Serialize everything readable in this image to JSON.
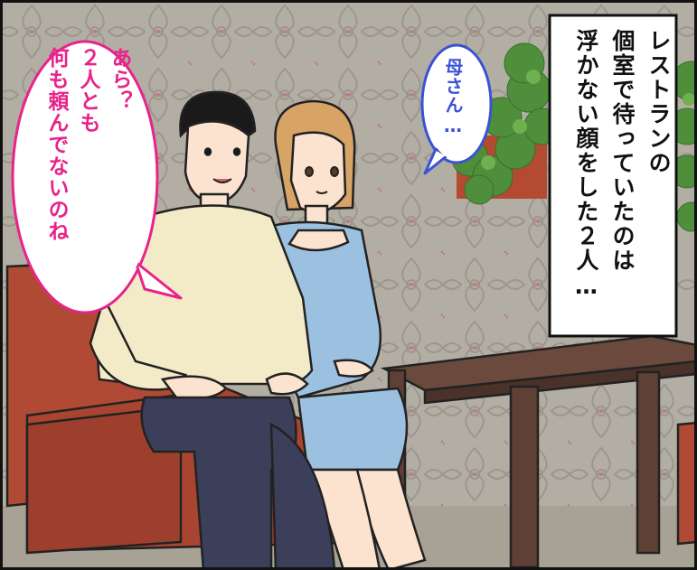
{
  "narration": {
    "lines": [
      "レストランの",
      "個室で待っていたのは",
      "浮かない顔をした２人…"
    ]
  },
  "speech_mom": {
    "text": "母さん…"
  },
  "speech_ara": {
    "lines": [
      "あら？",
      "２人とも",
      "何も頼んでないのね"
    ]
  },
  "colors": {
    "wallpaper": "#b3aea4",
    "sofa": "#b04a35",
    "table": "#5e4034",
    "mom_text": "#3a52d4",
    "ara_text": "#e8238a",
    "ara_border": "#e8238a",
    "mom_border": "#3a52d4"
  }
}
